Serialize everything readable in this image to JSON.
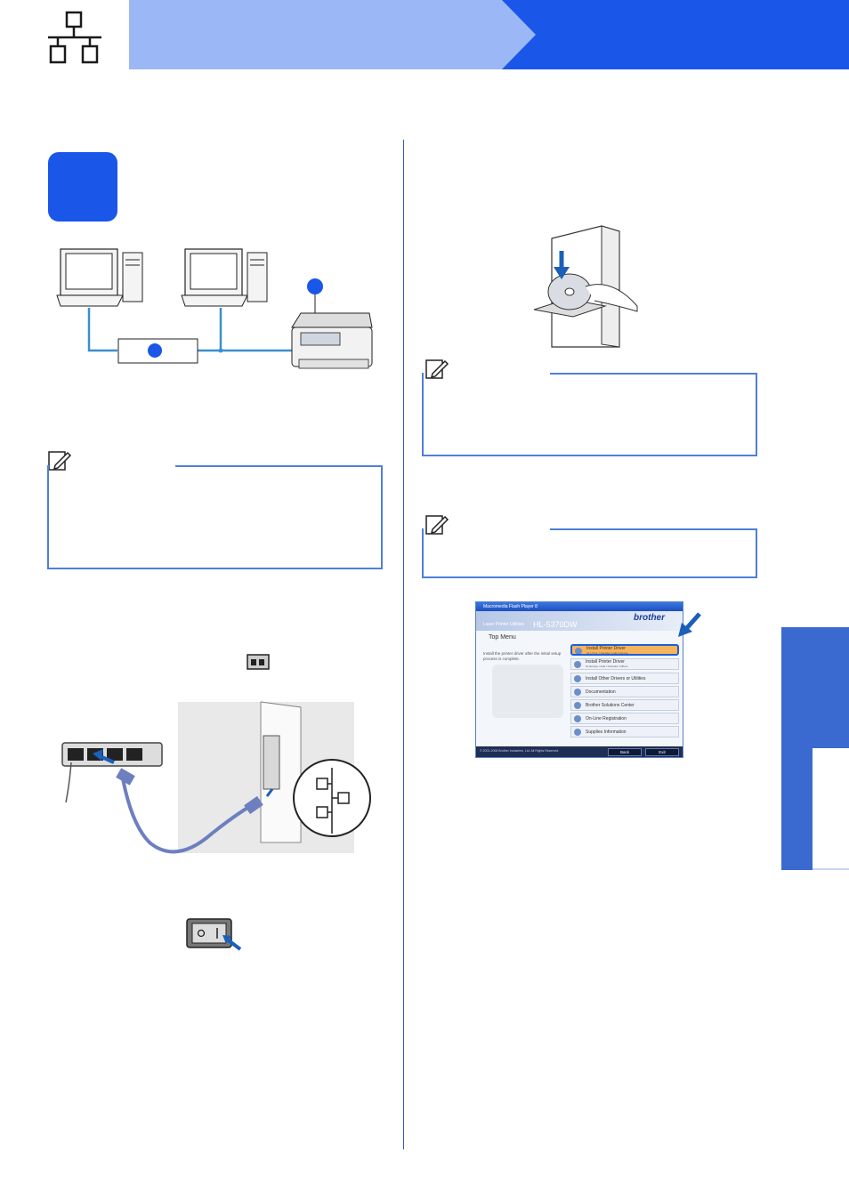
{
  "installer": {
    "title": "Macromedia Flash Player 8",
    "brand": "brother",
    "product_line": "Laser Printer Utilities",
    "model": "HL-5370DW",
    "top_menu": "Top Menu",
    "description": "Install the printer driver after the initial setup process is complete.",
    "menu": [
      {
        "label": "Install Printer Driver",
        "sub": "for U.S.A. / Canada / Latin America"
      },
      {
        "label": "Install Printer Driver",
        "sub": "for Europe / Asia / Oceania / Others"
      },
      {
        "label": "Install Other Drivers or Utilities",
        "sub": ""
      },
      {
        "label": "Documentation",
        "sub": ""
      },
      {
        "label": "Brother Solutions Center",
        "sub": ""
      },
      {
        "label": "On-Line Registration",
        "sub": ""
      },
      {
        "label": "Supplies Information",
        "sub": ""
      }
    ],
    "copyright": "© 2001-2008 Brother Industries, Ltd. All Rights Reserved.",
    "back_label": "Back",
    "exit_label": "Exit"
  },
  "colors": {
    "header_light": "#9bb7f5",
    "header_dark": "#1a56e8",
    "accent": "#1a56e8",
    "tab": "#3a6ad0",
    "arrow": "#1b5fb8"
  },
  "icons": [
    "network-icon",
    "pc-icon",
    "printer-icon",
    "hub-icon",
    "note-icon",
    "cd-icon",
    "power-switch-icon",
    "lan-port-icon"
  ]
}
